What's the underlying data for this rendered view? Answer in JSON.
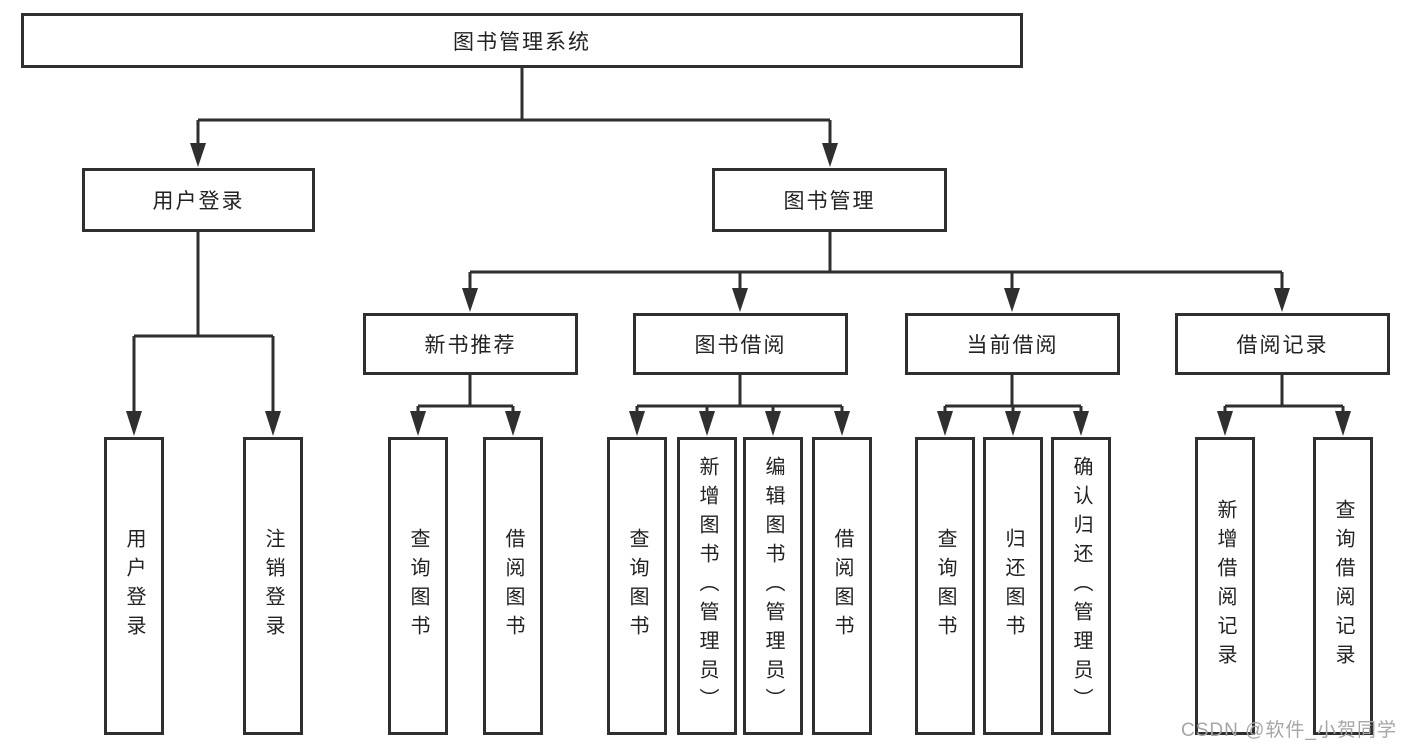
{
  "title": "图书管理系统",
  "level2": [
    {
      "label": "用户登录"
    },
    {
      "label": "图书管理"
    }
  ],
  "level3": [
    {
      "label": "新书推荐"
    },
    {
      "label": "图书借阅"
    },
    {
      "label": "当前借阅"
    },
    {
      "label": "借阅记录"
    }
  ],
  "leaves": {
    "login": [
      "用户登录",
      "注销登录"
    ],
    "recommend": [
      "查询图书",
      "借阅图书"
    ],
    "borrow": [
      "查询图书",
      "新增图书（管理员）",
      "编辑图书（管理员）",
      "借阅图书"
    ],
    "current": [
      "查询图书",
      "归还图书",
      "确认归还（管理员）"
    ],
    "records": [
      "新增借阅记录",
      "查询借阅记录"
    ]
  },
  "watermark": "CSDN @软件_小贺同学",
  "colors": {
    "line": "#2f2f2f",
    "box_border": "#2f2f2f",
    "box_fill": "#ffffff",
    "text": "#222222",
    "watermark": "#a6a6a6"
  }
}
